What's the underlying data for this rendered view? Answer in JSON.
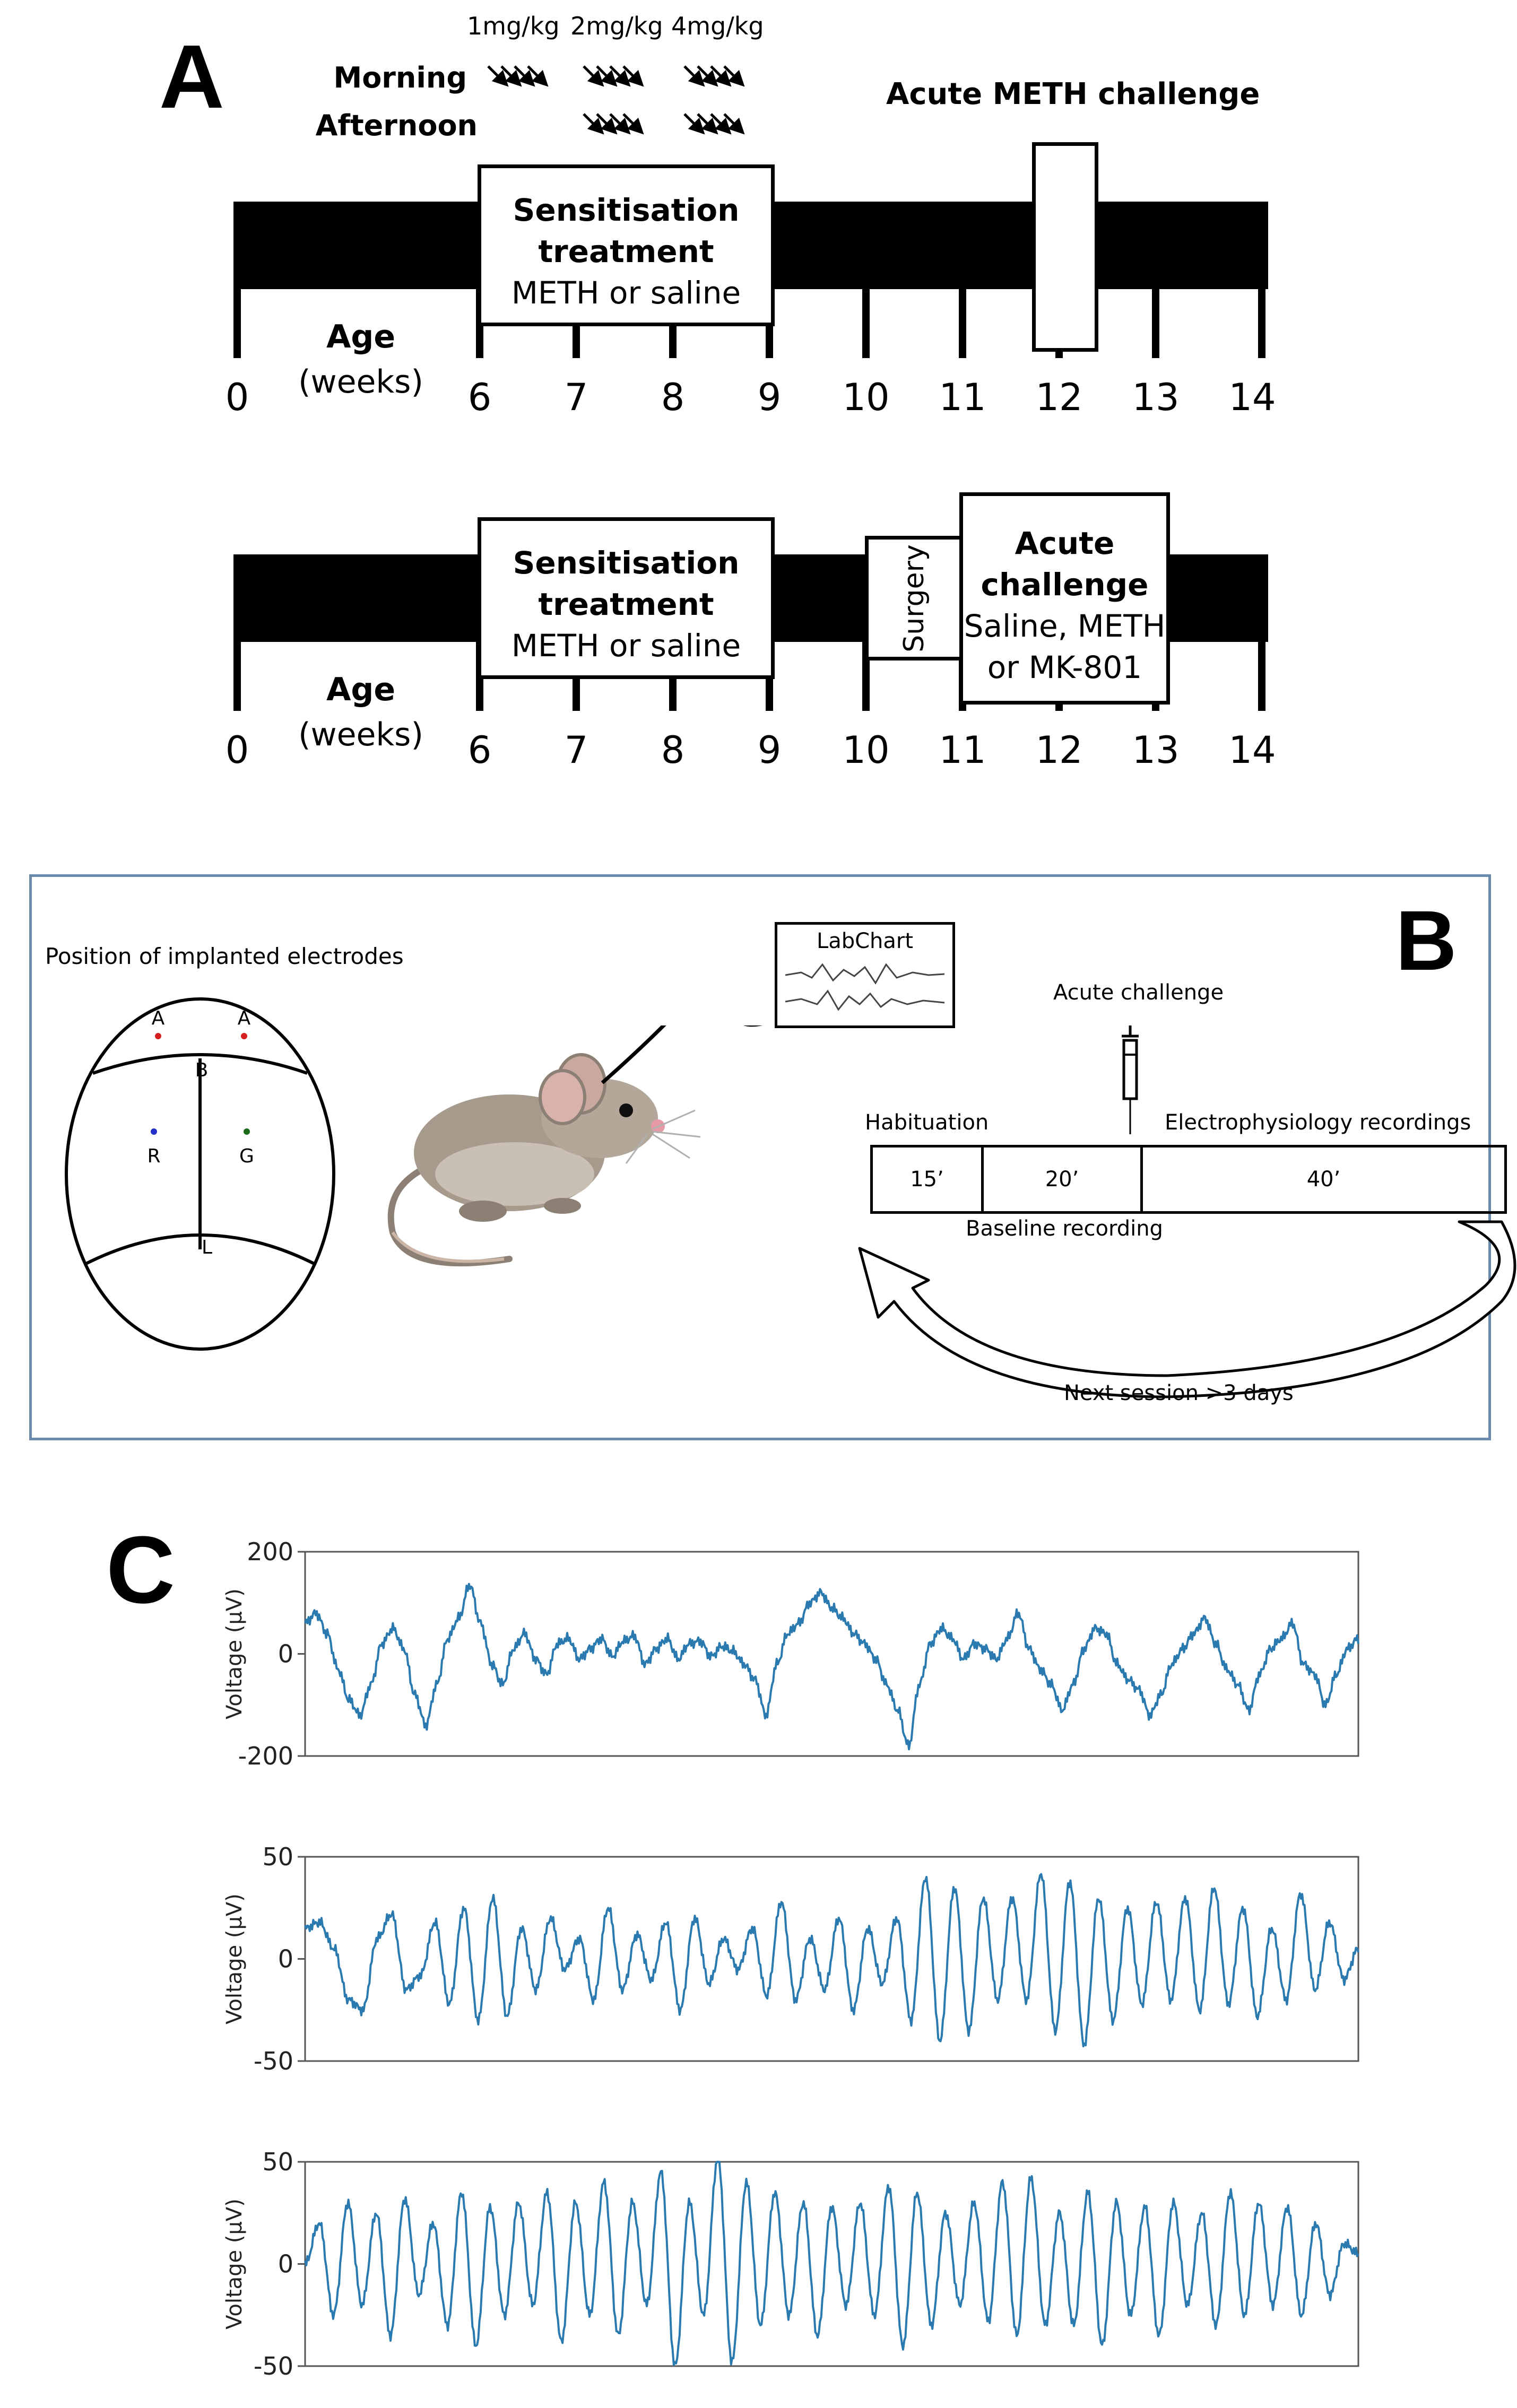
{
  "panel_a": {
    "letter": "A",
    "doses": [
      "1mg/kg",
      "2mg/kg",
      "4mg/kg"
    ],
    "morning_label": "Morning",
    "afternoon_label": "Afternoon",
    "arrow_glyph": "↘↘↘↘",
    "timeline1": {
      "challenge_label": "Acute METH challenge",
      "sens_title": "Sensitisation treatment",
      "sens_title_line1": "Sensitisation",
      "sens_title_line2": "treatment",
      "sens_sub": "METH or saline",
      "age_label": "Age",
      "weeks_label": "(weeks)",
      "ticks": [
        "0",
        "6",
        "7",
        "8",
        "9",
        "10",
        "11",
        "12",
        "13",
        "14"
      ]
    },
    "timeline2": {
      "sens_title_line1": "Sensitisation",
      "sens_title_line2": "treatment",
      "sens_sub": "METH or saline",
      "surgery_label": "Surgery",
      "acute_line1": "Acute",
      "acute_line2": "challenge",
      "acute_line3": "Saline, METH",
      "acute_line4": "or MK-801",
      "age_label": "Age",
      "weeks_label": "(weeks)",
      "ticks": [
        "0",
        "6",
        "7",
        "8",
        "9",
        "10",
        "11",
        "12",
        "13",
        "14"
      ]
    }
  },
  "panel_b": {
    "letter": "B",
    "electrodes_title": "Position of implanted electrodes",
    "electrodes": [
      {
        "label": "A",
        "color": "#d62020"
      },
      {
        "label": "A",
        "color": "#d62020"
      },
      {
        "label": "B",
        "color": ""
      },
      {
        "label": "R",
        "color": "#2030c8"
      },
      {
        "label": "G",
        "color": "#1a6a1a"
      },
      {
        "label": "L",
        "color": ""
      }
    ],
    "labchart_label": "LabChart",
    "acute_challenge_label": "Acute challenge",
    "habituation_label": "Habituation",
    "ephys_label": "Electrophysiology recordings",
    "seg_15": "15’",
    "seg_20": "20’",
    "seg_40": "40’",
    "baseline_label": "Baseline recording",
    "next_session_label": "Next session >3 days",
    "border_color": "#6a8aac"
  },
  "panel_c": {
    "letter": "C",
    "trace_color": "#2a7ab0"
  },
  "chart_data": [
    {
      "type": "line",
      "ylabel": "Voltage (µV)",
      "xlabel": "",
      "ylim": [
        -200,
        200
      ],
      "yticks": [
        "200",
        "0",
        "-200"
      ],
      "series": [
        {
          "values": [
            60,
            80,
            40,
            -30,
            -90,
            -120,
            -60,
            20,
            50,
            10,
            -80,
            -140,
            -60,
            30,
            70,
            135,
            60,
            -20,
            -60,
            10,
            40,
            -10,
            -40,
            20,
            30,
            -10,
            10,
            30,
            -5,
            25,
            35,
            -20,
            10,
            30,
            -10,
            20,
            25,
            -5,
            15,
            5,
            -20,
            -50,
            -120,
            -20,
            40,
            60,
            100,
            120,
            90,
            70,
            40,
            20,
            -10,
            -60,
            -110,
            -180,
            -60,
            20,
            50,
            30,
            -10,
            20,
            10,
            -10,
            30,
            80,
            10,
            -30,
            -60,
            -110,
            -60,
            10,
            50,
            40,
            -20,
            -50,
            -70,
            -120,
            -80,
            -20,
            10,
            40,
            70,
            20,
            -30,
            -60,
            -110,
            -40,
            10,
            30,
            60,
            -20,
            -40,
            -100,
            -40,
            10,
            30
          ]
        }
      ]
    },
    {
      "type": "line",
      "ylabel": "Voltage (µV)",
      "xlabel": "",
      "ylim": [
        -50,
        50
      ],
      "yticks": [
        "50",
        "0",
        "-50"
      ],
      "series": [
        {
          "values": [
            15,
            18,
            5,
            -20,
            -25,
            10,
            22,
            -15,
            -8,
            18,
            -22,
            25,
            -30,
            30,
            -28,
            15,
            -15,
            20,
            -5,
            10,
            -20,
            25,
            -15,
            12,
            -10,
            18,
            -25,
            20,
            -12,
            10,
            -5,
            15,
            -18,
            28,
            -20,
            10,
            -15,
            20,
            -25,
            15,
            -12,
            20,
            -30,
            40,
            -40,
            35,
            -35,
            30,
            -20,
            30,
            -20,
            42,
            -35,
            38,
            -42,
            30,
            -30,
            25,
            -22,
            28,
            -20,
            30,
            -25,
            35,
            -22,
            25,
            -28,
            15,
            -20,
            32,
            -15,
            18,
            -10,
            5
          ]
        }
      ]
    },
    {
      "type": "line",
      "ylabel": "Voltage (µV)",
      "xlabel": "",
      "ylim": [
        -50,
        50
      ],
      "yticks": [
        "50",
        "0",
        "-50"
      ],
      "series": [
        {
          "values": [
            0,
            20,
            -25,
            30,
            -20,
            25,
            -35,
            32,
            -15,
            20,
            -30,
            35,
            -40,
            28,
            -25,
            30,
            -20,
            35,
            -38,
            30,
            -25,
            40,
            -35,
            30,
            -20,
            45,
            -50,
            30,
            -25,
            52,
            -48,
            40,
            -30,
            35,
            -25,
            30,
            -35,
            28,
            -20,
            30,
            -25,
            38,
            -40,
            35,
            -30,
            25,
            -20,
            30,
            -28,
            40,
            -35,
            42,
            -30,
            25,
            -30,
            35,
            -40,
            30,
            -25,
            28,
            -35,
            30,
            -20,
            25,
            -30,
            35,
            -25,
            30,
            -20,
            28,
            -25,
            20,
            -15,
            10,
            5
          ]
        }
      ]
    }
  ]
}
